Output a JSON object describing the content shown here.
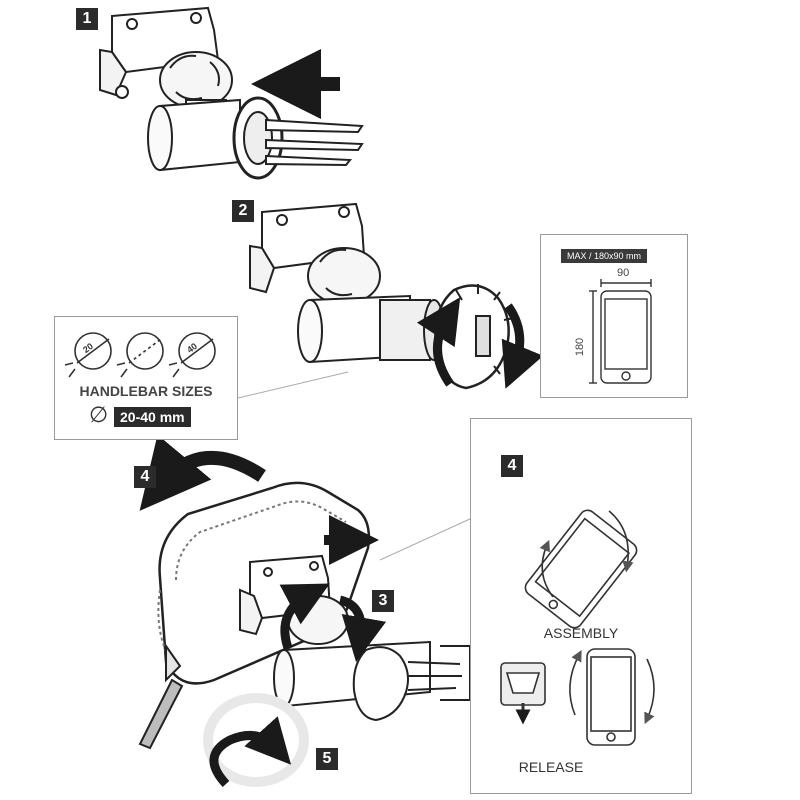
{
  "steps": {
    "step1": "1",
    "step2": "2",
    "step3": "3",
    "step4_main": "4",
    "step4_panel": "4",
    "step5": "5"
  },
  "handlebar": {
    "title": "HANDLEBAR SIZES",
    "symbol": "∅",
    "range": "20-40 mm",
    "gauge_min": "20",
    "gauge_max": "40"
  },
  "phone_size": {
    "max_label": "MAX / 180x90 mm",
    "width": "90",
    "height": "180"
  },
  "panel4": {
    "assembly": "ASSEMBLY",
    "release": "RELEASE"
  }
}
